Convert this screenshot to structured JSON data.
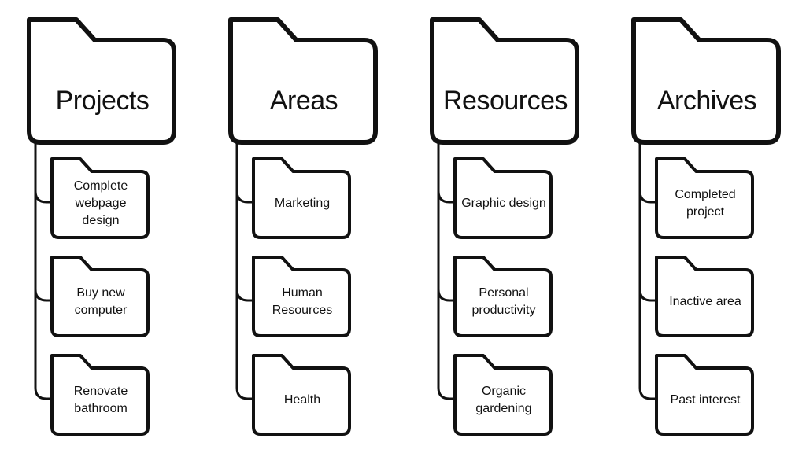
{
  "columns": [
    {
      "title": "Projects",
      "items": [
        "Complete webpage design",
        "Buy new computer",
        "Renovate bathroom"
      ]
    },
    {
      "title": "Areas",
      "items": [
        "Marketing",
        "Human Resources",
        "Health"
      ]
    },
    {
      "title": "Resources",
      "items": [
        "Graphic design",
        "Personal productivity",
        "Organic gardening"
      ]
    },
    {
      "title": "Archives",
      "items": [
        "Completed project",
        "Inactive area",
        "Past interest"
      ]
    }
  ],
  "colors": {
    "stroke": "#111111",
    "fill": "#ffffff",
    "background": "#ffffff"
  },
  "icons": {
    "category": "folder-icon",
    "item": "folder-icon"
  }
}
